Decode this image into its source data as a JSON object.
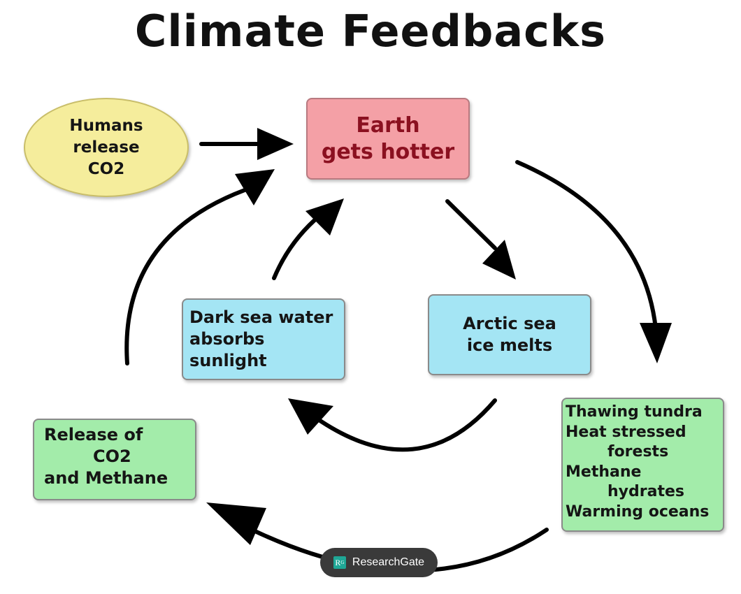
{
  "title": "Climate Feedbacks",
  "nodes": {
    "humans": [
      "Humans",
      "release",
      "CO2"
    ],
    "hotter": [
      "Earth",
      "gets hotter"
    ],
    "dark_sea": [
      "Dark sea water",
      "absorbs",
      "sunlight"
    ],
    "arctic": [
      "Arctic sea",
      "ice melts"
    ],
    "release": [
      "Release of",
      "CO2",
      "and Methane"
    ],
    "thawing": [
      "Thawing tundra",
      "Heat stressed",
      "forests",
      "Methane",
      "hydrates",
      "Warming oceans"
    ]
  },
  "colors": {
    "humans": "#f5ed9c",
    "hotter": "#f4a0a6",
    "hotter_text": "#8b1020",
    "sea_boxes": "#a4e5f4",
    "green_boxes": "#a3ecaa",
    "arrows": "#000000"
  },
  "watermark": {
    "logo": "R",
    "text": "ResearchGate"
  }
}
